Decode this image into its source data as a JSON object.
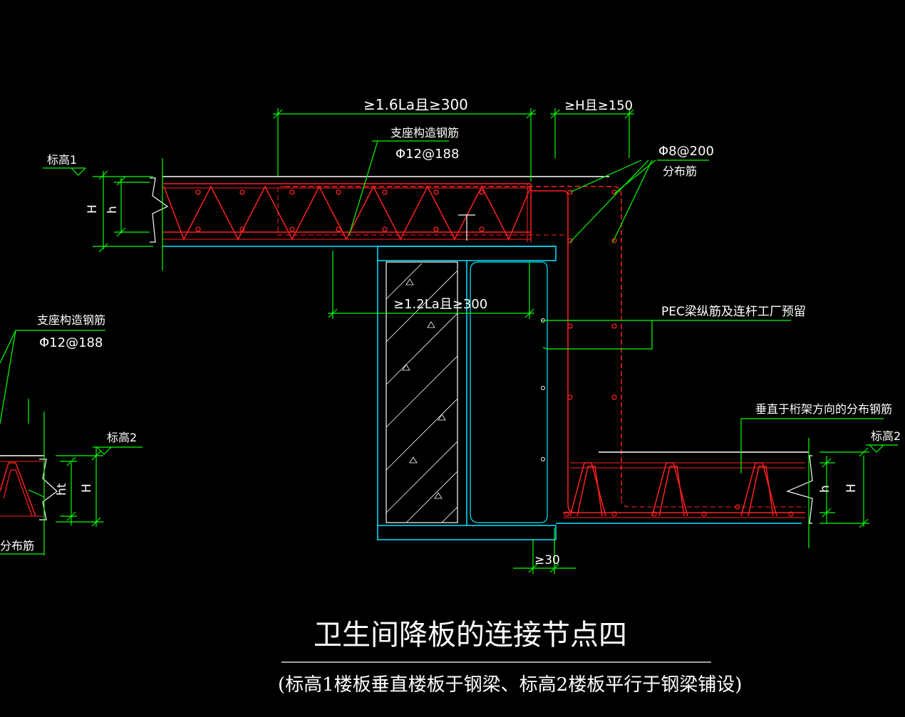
{
  "drawing": {
    "title": "卫生间降板的连接节点四",
    "subtitle": "(标高1楼板垂直楼板于钢梁、标高2楼板平行于钢梁铺设)"
  },
  "labels": {
    "dim_top_left": "≥1.6La且≥300",
    "dim_top_right": "≥H且≥150",
    "support_rebar": "支座构造钢筋",
    "support_rebar_spec": "Φ12@188",
    "dist_rebar_spec": "Φ8@200",
    "dist_rebar": "分布筋",
    "elev1": "标高1",
    "elev2_left": "标高2",
    "elev2_right": "标高2",
    "dim_mid": "≥1.2La且≥300",
    "pec_note": "PEC梁纵筋及连杆工厂预留",
    "support_rebar_left": "支座构造钢筋",
    "support_rebar_spec_left": "Φ12@188",
    "dist_rebar_left": "分布筋",
    "perp_dist_rebar": "垂直于桁架方向的分布钢筋",
    "dim_30": "≥30",
    "H_left_top": "H",
    "h_left_top": "h",
    "H_left_bottom": "H",
    "ht_left_bottom": "ht",
    "H_right": "H",
    "h_right": "h"
  },
  "colors": {
    "background": "#000000",
    "dimension": "#00ff00",
    "rebar": "#ff2020",
    "outline": "#00e5ff",
    "slab_edge": "#ffffff",
    "hatch": "#ffffff"
  }
}
